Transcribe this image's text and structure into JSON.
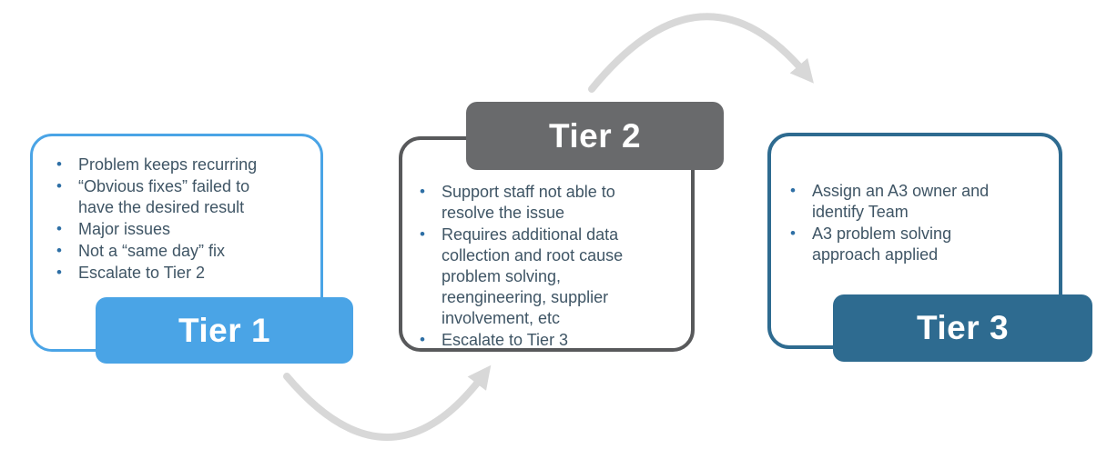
{
  "tiers": [
    {
      "label": "Tier 1",
      "bullets": [
        "Problem keeps recurring",
        "“Obvious fixes” failed to\nhave the desired result",
        "Major issues",
        "Not a “same day” fix",
        "Escalate to Tier 2"
      ]
    },
    {
      "label": "Tier 2",
      "bullets": [
        "Support staff not able to\nresolve the issue",
        "Requires additional data\ncollection and root cause\nproblem solving,\nreengineering, supplier\ninvolvement, etc",
        "Escalate to Tier 3"
      ]
    },
    {
      "label": "Tier 3",
      "bullets": [
        "Assign an A3 owner and\nidentify Team",
        "A3 problem solving\napproach applied"
      ]
    }
  ],
  "colors": {
    "tier1": "#4AA4E6",
    "tier2_border": "#58595B",
    "tier2_badge": "#696A6C",
    "tier3": "#2E6B90",
    "text": "#3F5565",
    "bullet": "#2E6FA5",
    "arrow": "#D8D8D8",
    "background": "#FFFFFF"
  }
}
